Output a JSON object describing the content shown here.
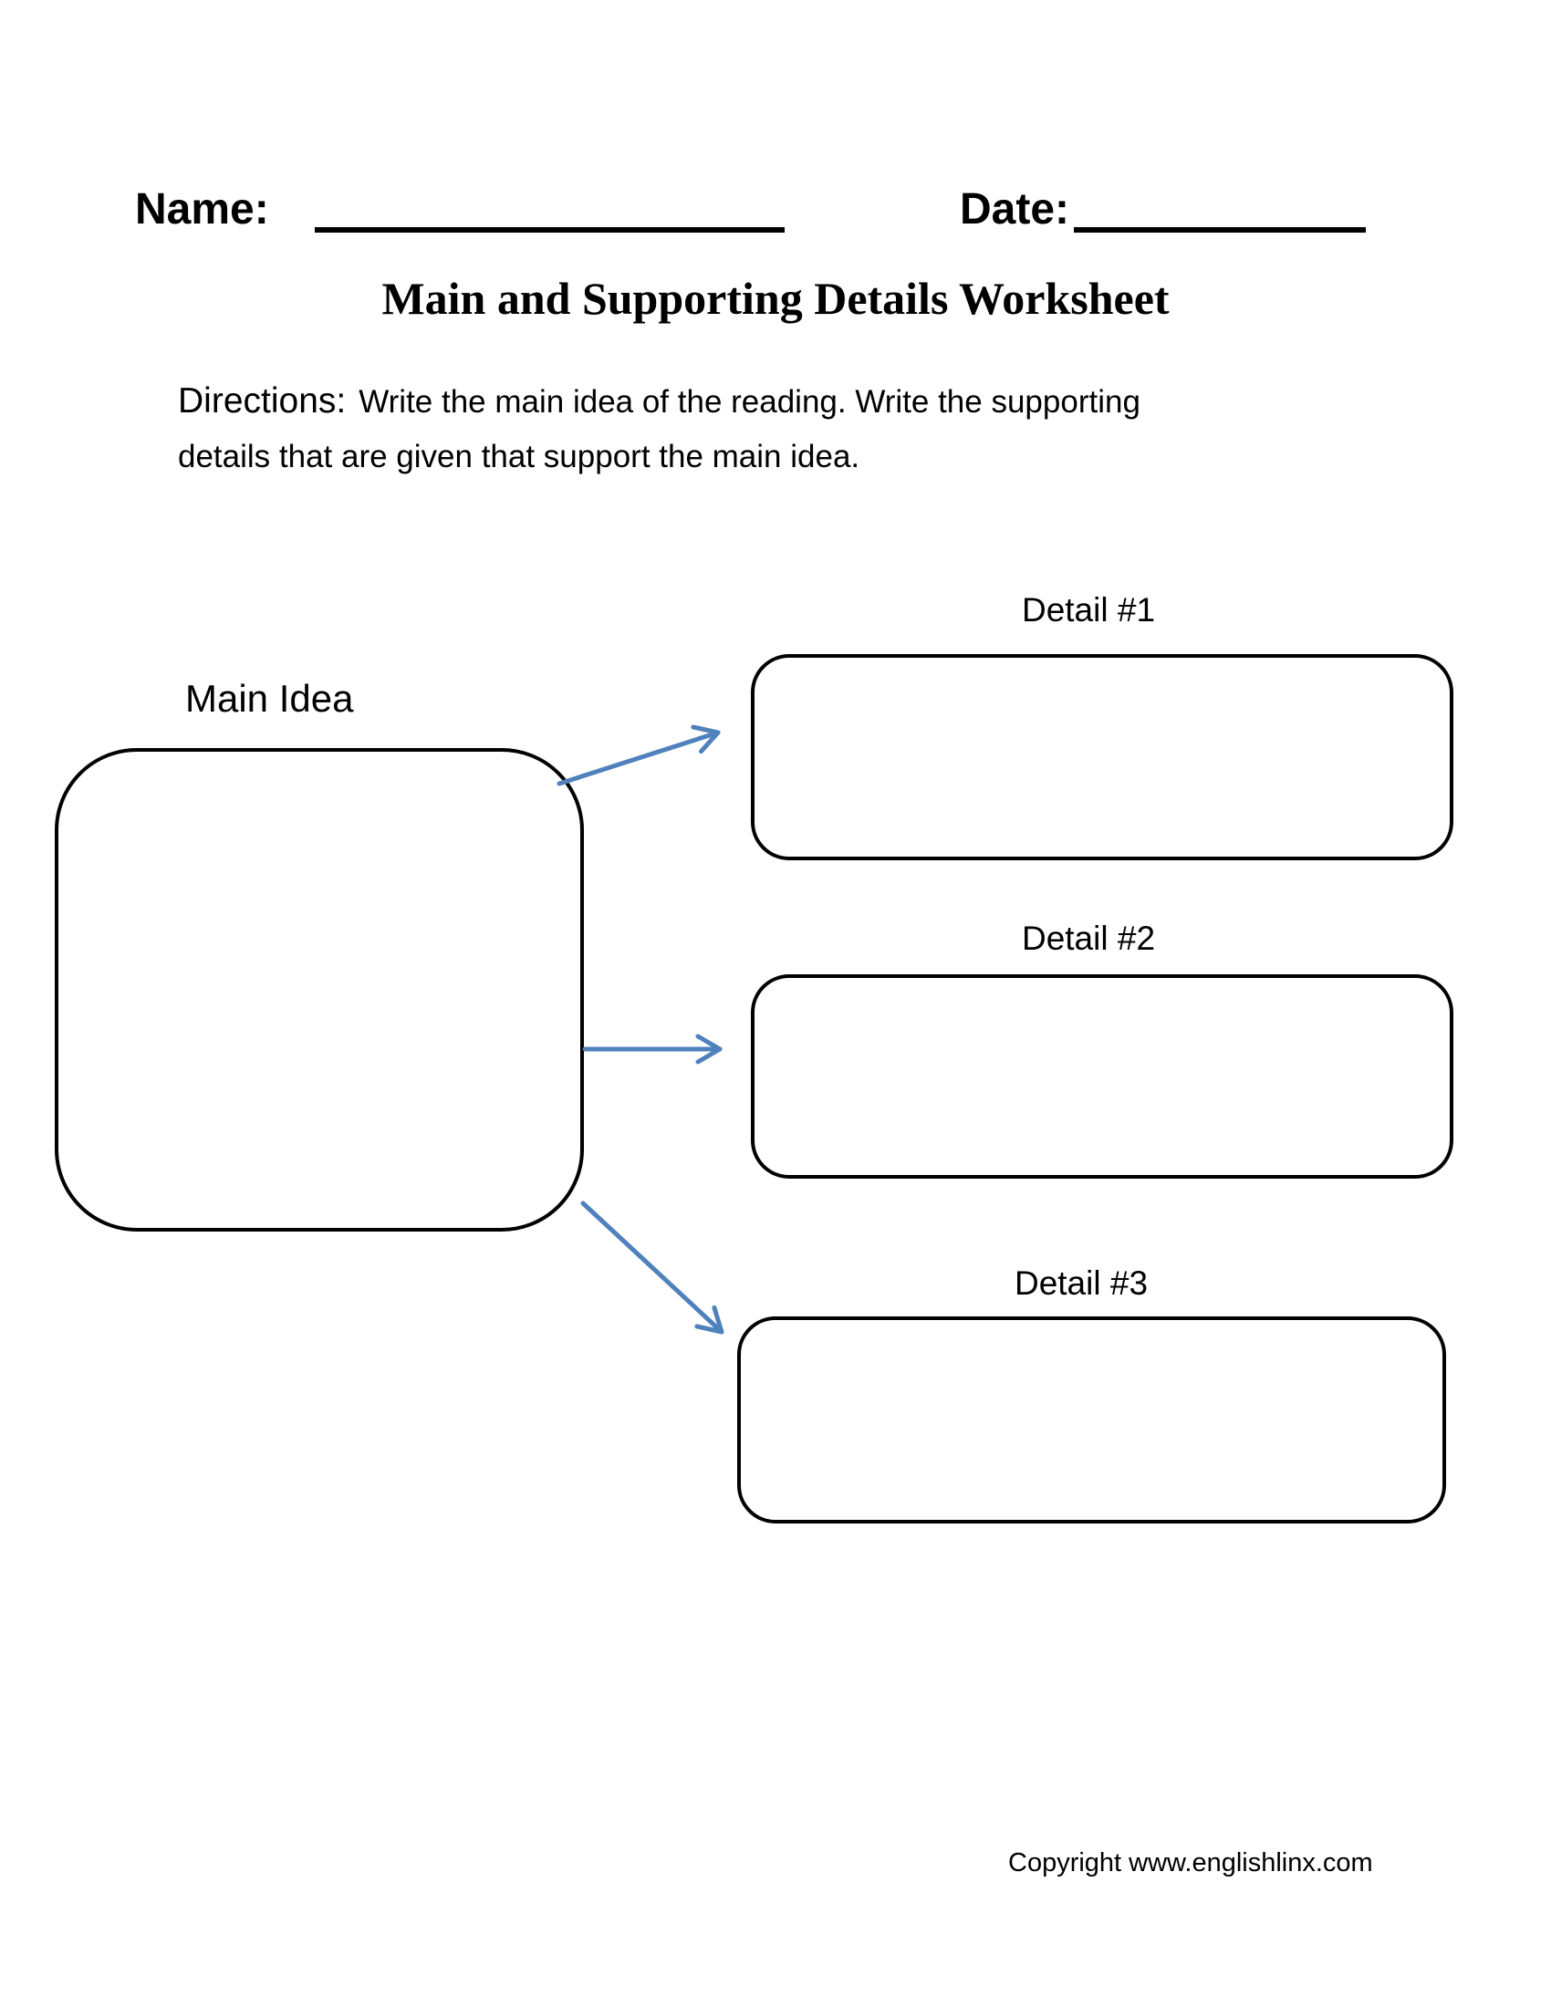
{
  "header": {
    "name_label": "Name:",
    "date_label": "Date:"
  },
  "title": "Main and Supporting Details Worksheet",
  "directions": {
    "label": "Directions:",
    "line1": "Write the main idea of the reading. Write the supporting",
    "line2": "details that are given that support the main idea."
  },
  "diagram": {
    "main_idea_label": "Main Idea",
    "details": [
      {
        "label": "Detail #1"
      },
      {
        "label": "Detail #2"
      },
      {
        "label": "Detail #3"
      }
    ],
    "arrow_color": "#4f81bd",
    "box_border_color": "#000000"
  },
  "footer": {
    "copyright": "Copyright www.englishlinx.com"
  }
}
